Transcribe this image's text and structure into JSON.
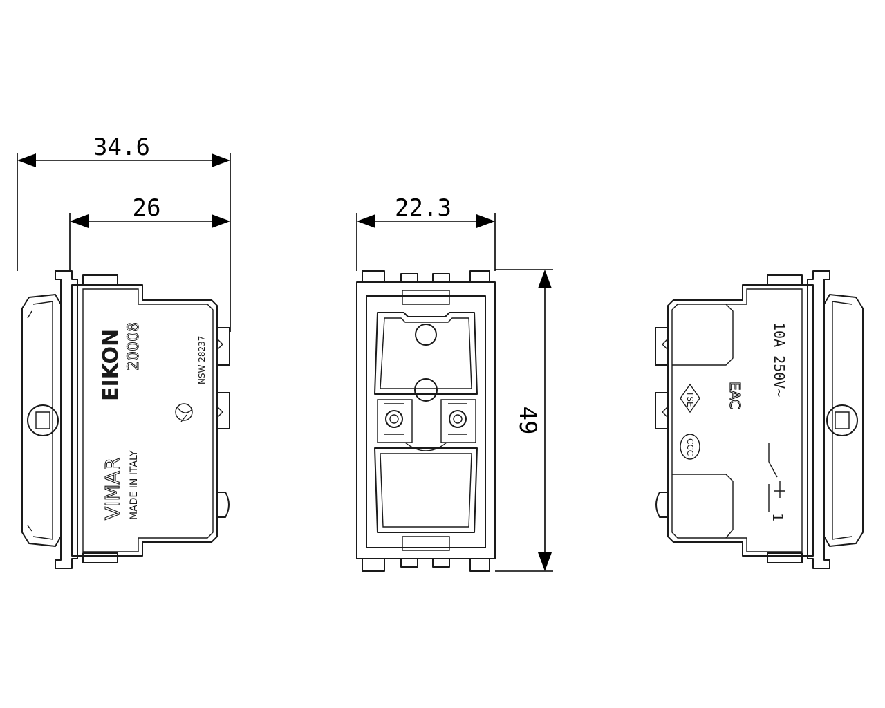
{
  "dimensions": {
    "left_overall_width": "34.6",
    "left_body_width": "26",
    "front_width": "22.3",
    "front_height": "49"
  },
  "left_view": {
    "brand_series": "EIKON",
    "article_code": "20008",
    "manufacturer": "VIMAR",
    "origin": "MADE IN ITALY",
    "approval_code": "NSW 28237"
  },
  "right_view": {
    "rating": "10A  250V~",
    "mark_eac": "EAC",
    "mark_tse": "TSE",
    "mark_ccc": "CCC",
    "terminal_label": "1"
  }
}
